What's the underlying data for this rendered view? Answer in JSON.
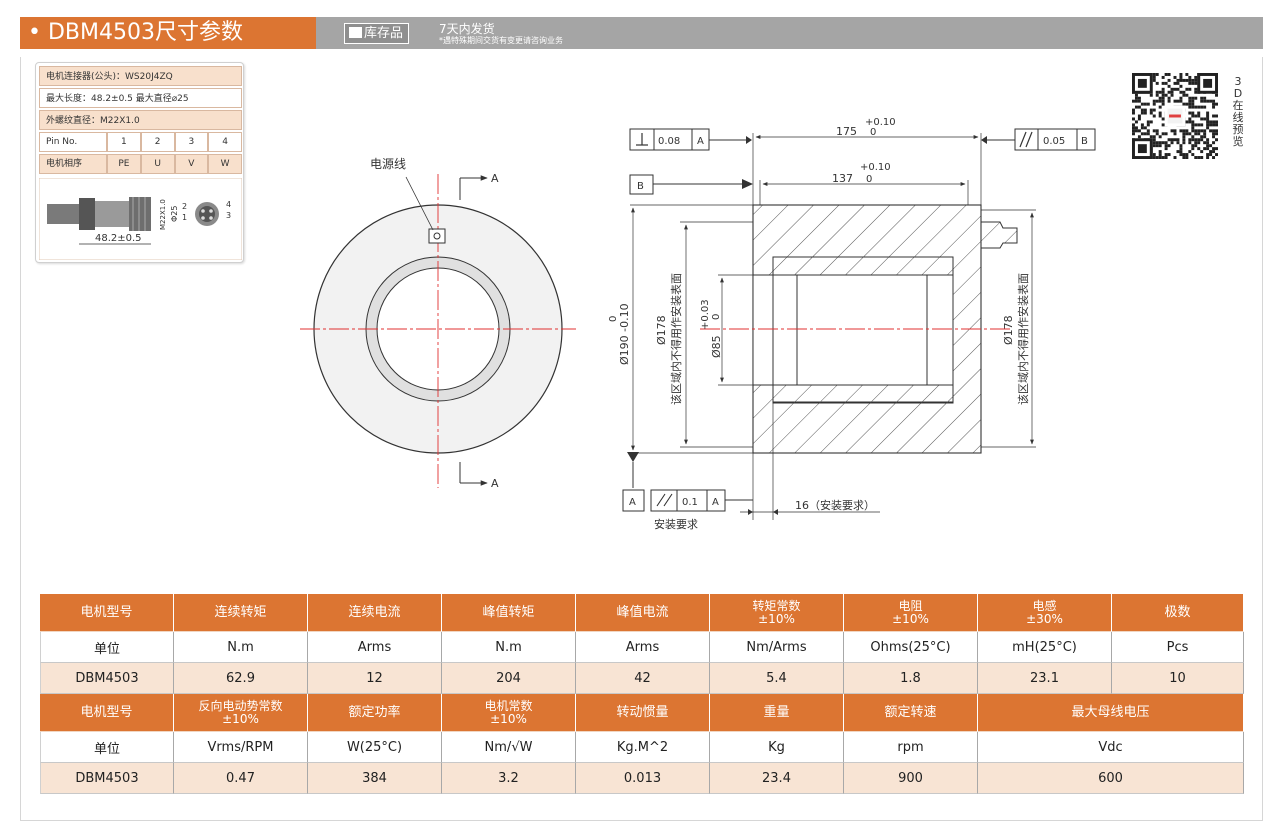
{
  "header": {
    "title": "• DBM4503尺寸参数",
    "badge": "库存品",
    "ship_line1": "7天内发货",
    "ship_line2": "*遇特殊期间交货有变更请咨询业务"
  },
  "connector": {
    "rows": [
      "电机连接器(公头)：WS20J4ZQ",
      "最大长度：48.2±0.5   最大直径⌀25",
      "外螺纹直径：M22X1.0"
    ],
    "pin_label": "Pin No.",
    "pins": [
      "1",
      "2",
      "3",
      "4"
    ],
    "phase_label": "电机相序",
    "phases": [
      "PE",
      "U",
      "V",
      "W"
    ],
    "dim_length": "48.2±0.5",
    "dim_thread": "M22X1.0",
    "dim_dia": "Φ25",
    "pin_marks": [
      "2",
      "4",
      "1",
      "3"
    ]
  },
  "front_view": {
    "power_wire": "电源线",
    "section_marks": [
      "A",
      "A"
    ]
  },
  "side_view": {
    "perp_tol": "0.08",
    "perp_ref": "A",
    "len175": "175",
    "len175_tol_up": "+0.10",
    "len175_tol_low": "0",
    "par_tol": "0.05",
    "par_ref": "B",
    "len137": "137",
    "len137_tol_up": "+0.10",
    "len137_tol_low": "0",
    "datum_b": "B",
    "od_dim": "Ø190 -0.10",
    "od_tol": "0",
    "d178_left": "Ø178",
    "note_left": "该区域内不得用作安装表面",
    "d85": "Ø85",
    "d85_tol_up": "+0.03",
    "d85_tol_low": "0",
    "d178_right": "Ø178",
    "note_right": "该区域内不得用作安装表面",
    "datum_a": "A",
    "runout_tol": "0.1",
    "runout_ref": "A",
    "mount_req": "安装要求",
    "len16": "16（安装要求）"
  },
  "qr": {
    "label": [
      "3",
      "D",
      "在",
      "线",
      "预",
      "览"
    ]
  },
  "table": {
    "rows": [
      {
        "kind": "hdr",
        "cells": [
          [
            "电机型号"
          ],
          [
            "连续转矩"
          ],
          [
            "连续电流"
          ],
          [
            "峰值转矩"
          ],
          [
            "峰值电流"
          ],
          [
            "转矩常数",
            "±10%"
          ],
          [
            "电阻",
            "±10%"
          ],
          [
            "电感",
            "±30%"
          ],
          [
            "极数"
          ]
        ]
      },
      {
        "kind": "unit",
        "cells": [
          [
            "单位"
          ],
          [
            "N.m"
          ],
          [
            "Arms"
          ],
          [
            "N.m"
          ],
          [
            "Arms"
          ],
          [
            "Nm/Arms"
          ],
          [
            "Ohms(25°C)"
          ],
          [
            "mH(25°C)"
          ],
          [
            "Pcs"
          ]
        ]
      },
      {
        "kind": "val",
        "cells": [
          [
            "DBM4503"
          ],
          [
            "62.9"
          ],
          [
            "12"
          ],
          [
            "204"
          ],
          [
            "42"
          ],
          [
            "5.4"
          ],
          [
            "1.8"
          ],
          [
            "23.1"
          ],
          [
            "10"
          ]
        ]
      },
      {
        "kind": "hdr",
        "cells": [
          [
            "电机型号"
          ],
          [
            "反向电动势常数",
            "±10%"
          ],
          [
            "额定功率"
          ],
          [
            "电机常数",
            "±10%"
          ],
          [
            "转动惯量"
          ],
          [
            "重量"
          ],
          [
            "额定转速"
          ],
          [
            "最大母线电压"
          ]
        ]
      },
      {
        "kind": "unit",
        "cells": [
          [
            "单位"
          ],
          [
            "Vrms/RPM"
          ],
          [
            "W(25°C)"
          ],
          [
            "Nm/√W"
          ],
          [
            "Kg.M^2"
          ],
          [
            "Kg"
          ],
          [
            "rpm"
          ],
          [
            "Vdc"
          ]
        ]
      },
      {
        "kind": "val",
        "cells": [
          [
            "DBM4503"
          ],
          [
            "0.47"
          ],
          [
            "384"
          ],
          [
            "3.2"
          ],
          [
            "0.013"
          ],
          [
            "23.4"
          ],
          [
            "900"
          ],
          [
            "600"
          ]
        ]
      }
    ]
  },
  "colors": {
    "accent": "#dc7532",
    "header_gray": "#a5a5a5",
    "light_orange": "#f8e4d4",
    "dim_red": "#e03030"
  }
}
